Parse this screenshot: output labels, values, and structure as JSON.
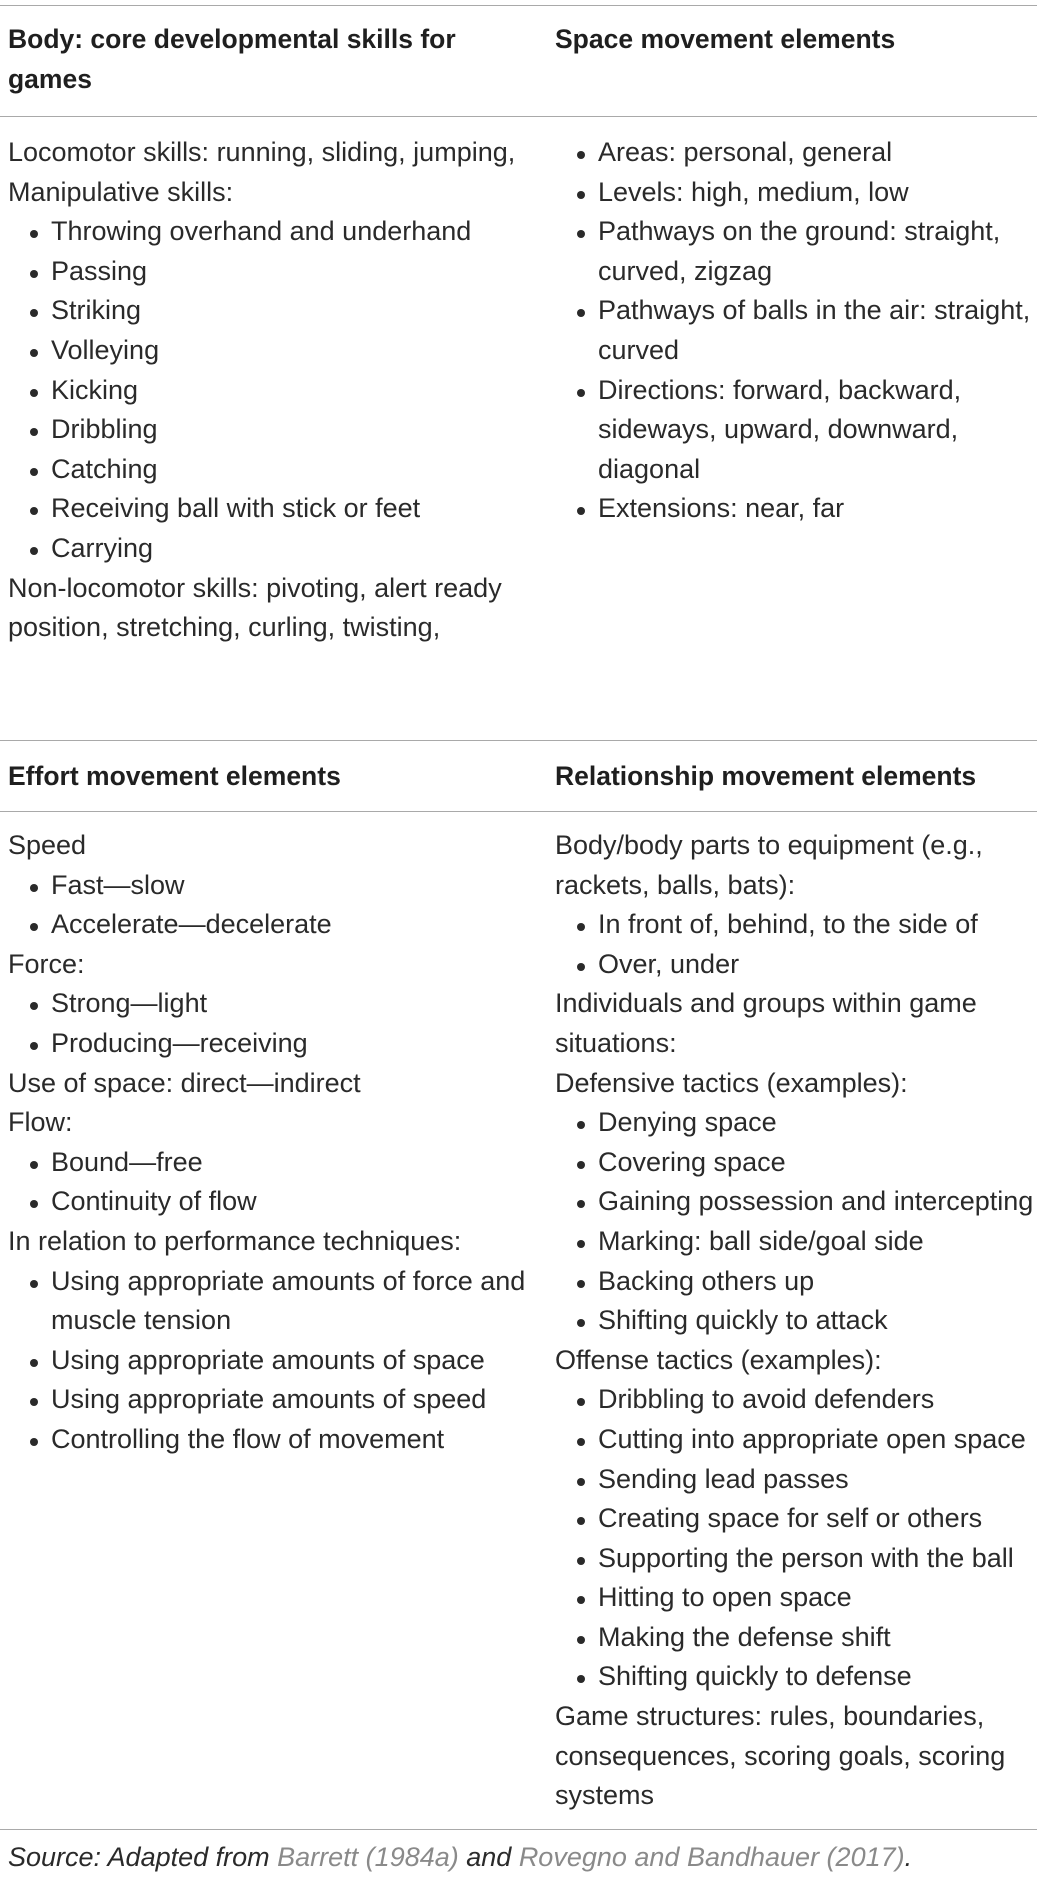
{
  "table": {
    "top_left": {
      "heading": "Body: core developmental skills for games",
      "items": [
        {
          "type": "text",
          "text": "Locomotor skills: running, sliding, jumping,"
        },
        {
          "type": "text",
          "text": "Manipulative skills:"
        },
        {
          "type": "bullet",
          "text": "Throwing overhand and underhand"
        },
        {
          "type": "bullet",
          "text": "Passing"
        },
        {
          "type": "bullet",
          "text": "Striking"
        },
        {
          "type": "bullet",
          "text": "Volleying"
        },
        {
          "type": "bullet",
          "text": "Kicking"
        },
        {
          "type": "bullet",
          "text": "Dribbling"
        },
        {
          "type": "bullet",
          "text": "Catching"
        },
        {
          "type": "bullet",
          "text": "Receiving ball with stick or feet"
        },
        {
          "type": "bullet",
          "text": "Carrying"
        },
        {
          "type": "text",
          "text": "Non-locomotor skills: pivoting, alert ready position, stretching, curling, twisting,"
        }
      ]
    },
    "top_right": {
      "heading": "Space movement elements",
      "items": [
        {
          "type": "bullet",
          "text": "Areas: personal, general"
        },
        {
          "type": "bullet",
          "text": "Levels: high, medium, low"
        },
        {
          "type": "bullet",
          "text": "Pathways on the ground: straight, curved, zigzag"
        },
        {
          "type": "bullet",
          "text": "Pathways of balls in the air: straight, curved"
        },
        {
          "type": "bullet",
          "text": "Directions: forward, backward, sideways, upward, downward, diagonal"
        },
        {
          "type": "bullet",
          "text": "Extensions: near, far"
        }
      ]
    },
    "bottom_left": {
      "heading": "Effort movement elements",
      "items": [
        {
          "type": "text",
          "text": "Speed"
        },
        {
          "type": "bullet",
          "text": "Fast—slow"
        },
        {
          "type": "bullet",
          "text": "Accelerate—decelerate"
        },
        {
          "type": "text",
          "text": "Force:"
        },
        {
          "type": "bullet",
          "text": "Strong—light"
        },
        {
          "type": "bullet",
          "text": "Producing—receiving"
        },
        {
          "type": "text",
          "text": "Use of space: direct—indirect"
        },
        {
          "type": "text",
          "text": "Flow:"
        },
        {
          "type": "bullet",
          "text": "Bound—free"
        },
        {
          "type": "bullet",
          "text": "Continuity of flow"
        },
        {
          "type": "text",
          "text": "In relation to performance techniques:"
        },
        {
          "type": "bullet",
          "text": "Using appropriate amounts of force and muscle tension"
        },
        {
          "type": "bullet",
          "text": "Using appropriate amounts of space"
        },
        {
          "type": "bullet",
          "text": "Using appropriate amounts of speed"
        },
        {
          "type": "bullet",
          "text": "Controlling the flow of movement"
        }
      ]
    },
    "bottom_right": {
      "heading": "Relationship movement elements",
      "items": [
        {
          "type": "text",
          "text": "Body/body parts to equipment (e.g., rackets, balls, bats):"
        },
        {
          "type": "bullet",
          "text": "In front of, behind, to the side of"
        },
        {
          "type": "bullet",
          "text": "Over, under"
        },
        {
          "type": "text",
          "text": "Individuals and groups within game situations:"
        },
        {
          "type": "text",
          "text": "Defensive tactics (examples):"
        },
        {
          "type": "bullet",
          "text": "Denying space"
        },
        {
          "type": "bullet",
          "text": "Covering space"
        },
        {
          "type": "bullet",
          "text": "Gaining possession and intercepting"
        },
        {
          "type": "bullet",
          "text": "Marking: ball side/goal side"
        },
        {
          "type": "bullet",
          "text": "Backing others up"
        },
        {
          "type": "bullet",
          "text": "Shifting quickly to attack"
        },
        {
          "type": "text",
          "text": "Offense tactics (examples):"
        },
        {
          "type": "bullet",
          "text": "Dribbling to avoid defenders"
        },
        {
          "type": "bullet",
          "text": "Cutting into appropriate open space"
        },
        {
          "type": "bullet",
          "text": "Sending lead passes"
        },
        {
          "type": "bullet",
          "text": "Creating space for self or others"
        },
        {
          "type": "bullet",
          "text": "Supporting the person with the ball"
        },
        {
          "type": "bullet",
          "text": "Hitting to open space"
        },
        {
          "type": "bullet",
          "text": "Making the defense shift"
        },
        {
          "type": "bullet",
          "text": "Shifting quickly to defense"
        },
        {
          "type": "text",
          "text": "Game structures: rules, boundaries, consequences, scoring goals, scoring systems"
        }
      ]
    }
  },
  "footer": {
    "source_prefix": "Source: Adapted from ",
    "ref1": "Barrett (1984a)",
    "and": " and ",
    "ref2": "Rovegno and Bandhauer (2017)",
    "suffix": "."
  },
  "colors": {
    "text": "#2a2a2a",
    "rule": "#a9a9a9",
    "reference_link": "#8a8a8a"
  }
}
